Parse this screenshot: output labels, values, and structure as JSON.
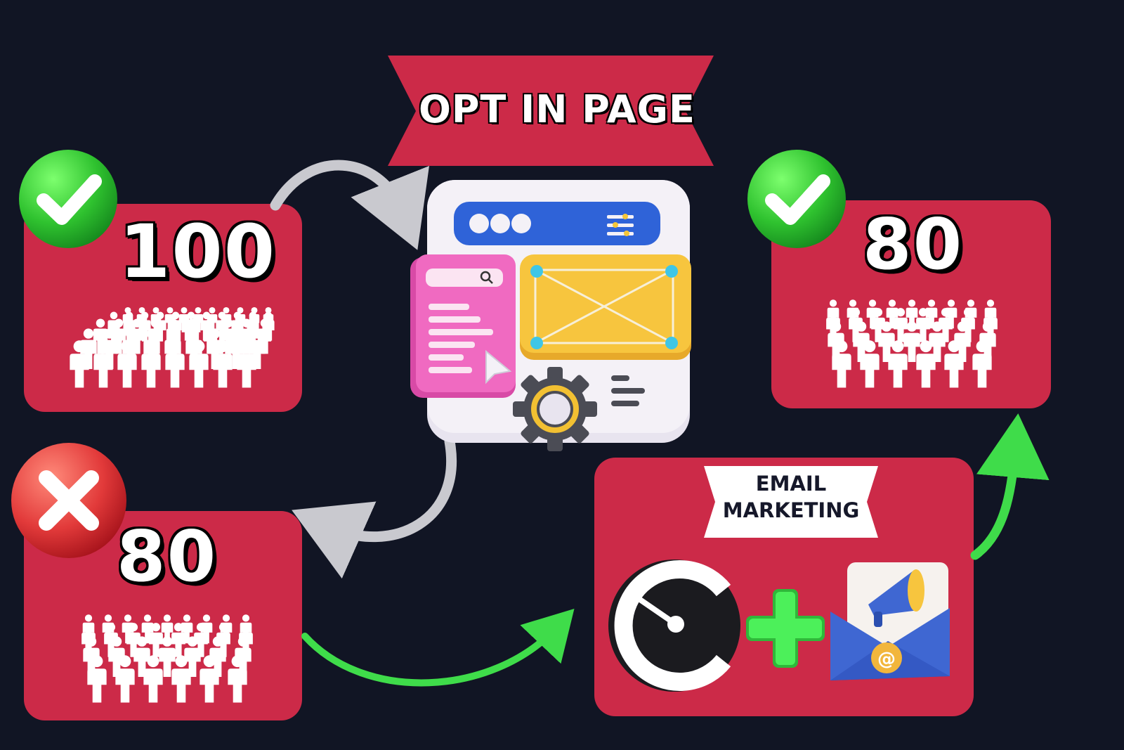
{
  "banner": {
    "title": "OPT IN PAGE"
  },
  "left_top": {
    "count": "100",
    "status": "check"
  },
  "left_bottom": {
    "count": "80",
    "status": "cross"
  },
  "right_top": {
    "count": "80",
    "status": "check"
  },
  "email_box": {
    "line1": "EMAIL",
    "line2": "MARKETING"
  },
  "colors": {
    "background": "#111524",
    "card": "#cc2a48",
    "check_green": "#2fc22f",
    "cross_red": "#e23a3a",
    "arrow_grey": "#c9c9cf",
    "arrow_green": "#3fdc4a"
  },
  "icons": {
    "left_top_badge": "checkmark-icon",
    "left_bottom_badge": "x-mark-icon",
    "right_top_badge": "checkmark-icon",
    "page_illustration": "webpage-icon",
    "brand_logo": "speedometer-logo-icon",
    "plus": "plus-icon",
    "email": "envelope-megaphone-icon"
  }
}
